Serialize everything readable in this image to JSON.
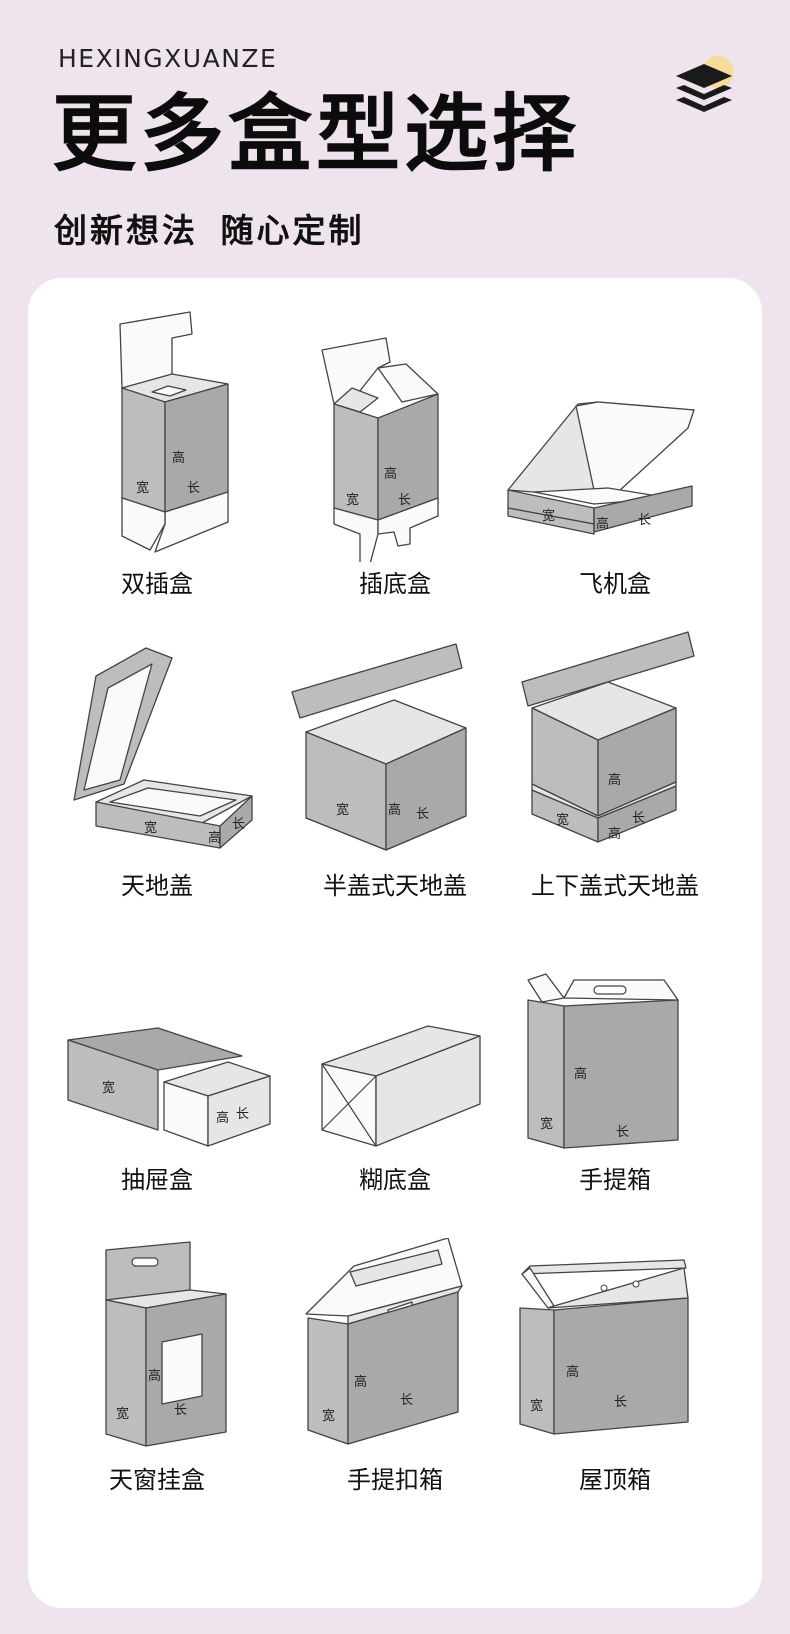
{
  "header": {
    "eyebrow": "HEXINGXUANZE",
    "title": "更多盒型选择",
    "subtitle": "创新想法 随心定制"
  },
  "dims": {
    "w": "宽",
    "h": "高",
    "l": "长"
  },
  "boxes": [
    {
      "label": "双插盒"
    },
    {
      "label": "插底盒"
    },
    {
      "label": "飞机盒"
    },
    {
      "label": "天地盖"
    },
    {
      "label": "半盖式天地盖"
    },
    {
      "label": "上下盖式天地盖"
    },
    {
      "label": "抽屉盒"
    },
    {
      "label": "糊底盒"
    },
    {
      "label": "手提箱"
    },
    {
      "label": "天窗挂盒"
    },
    {
      "label": "手提扣箱"
    },
    {
      "label": "屋顶箱"
    }
  ],
  "colors": {
    "background": "#efe4ee",
    "card": "#ffffff",
    "box_gray": "#bdbdbd",
    "logo_accent": "#f5dc9a"
  }
}
